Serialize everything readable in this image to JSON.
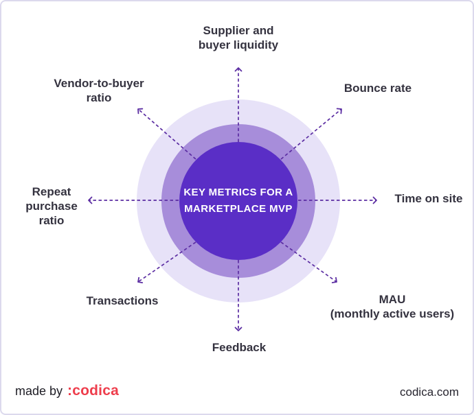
{
  "colors": {
    "inner_circle": "#5a2ec6",
    "middle_ring": "#a78dda",
    "outer_ring": "#e7e2f8",
    "arrow": "#5b2da2",
    "label_text": "#34323f",
    "brand_red": "#ee3d4c",
    "border": "#dcd9ed"
  },
  "diagram": {
    "center_title_lines": [
      "KEY METRICS FOR",
      "A MARKETPLACE",
      "MVP"
    ],
    "metrics": [
      {
        "key": "supplier-and-buyer-liquidity",
        "lines": [
          "Supplier and",
          "buyer liquidity"
        ]
      },
      {
        "key": "bounce-rate",
        "lines": [
          "Bounce rate"
        ]
      },
      {
        "key": "time-on-site",
        "lines": [
          "Time on site"
        ]
      },
      {
        "key": "mau-monthly-active-users",
        "lines": [
          "MAU",
          "(monthly active users)"
        ]
      },
      {
        "key": "feedback",
        "lines": [
          "Feedback"
        ]
      },
      {
        "key": "transactions",
        "lines": [
          "Transactions"
        ]
      },
      {
        "key": "repeat-purchase-ratio",
        "lines": [
          "Repeat",
          "purchase",
          "ratio"
        ]
      },
      {
        "key": "vendor-to-buyer-ratio",
        "lines": [
          "Vendor-to-buyer",
          "ratio"
        ]
      }
    ]
  },
  "footer": {
    "made_by": "made by",
    "brand": ":codica",
    "website": "codica.com"
  }
}
